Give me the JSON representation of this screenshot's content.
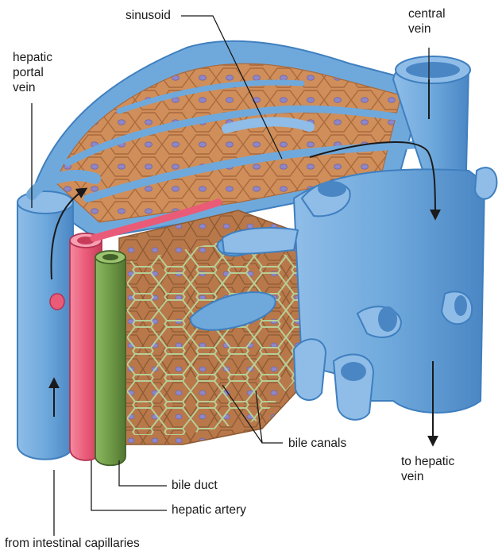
{
  "labels": {
    "sinusoid": "sinusoid",
    "central_vein": "central\nvein",
    "hepatic_portal_vein": "hepatic\nportal\nvein",
    "bile_canals": "bile canals",
    "to_hepatic_vein": "to hepatic\nvein",
    "bile_duct": "bile duct",
    "hepatic_artery": "hepatic artery",
    "from_intestinal_capillaries": "from intestinal capillaries"
  },
  "colors": {
    "vein_blue": "#6fa9dc",
    "vein_light": "#a9cdee",
    "vein_dark": "#3f7fbf",
    "hepatocyte": "#cf8e5a",
    "hepatocyte_dark": "#a9693c",
    "nucleus": "#8f86c9",
    "artery_red": "#ea5b78",
    "bile_green": "#6f9a46",
    "canal_green": "#b7d39a",
    "leader_line": "#1a1a1a"
  }
}
